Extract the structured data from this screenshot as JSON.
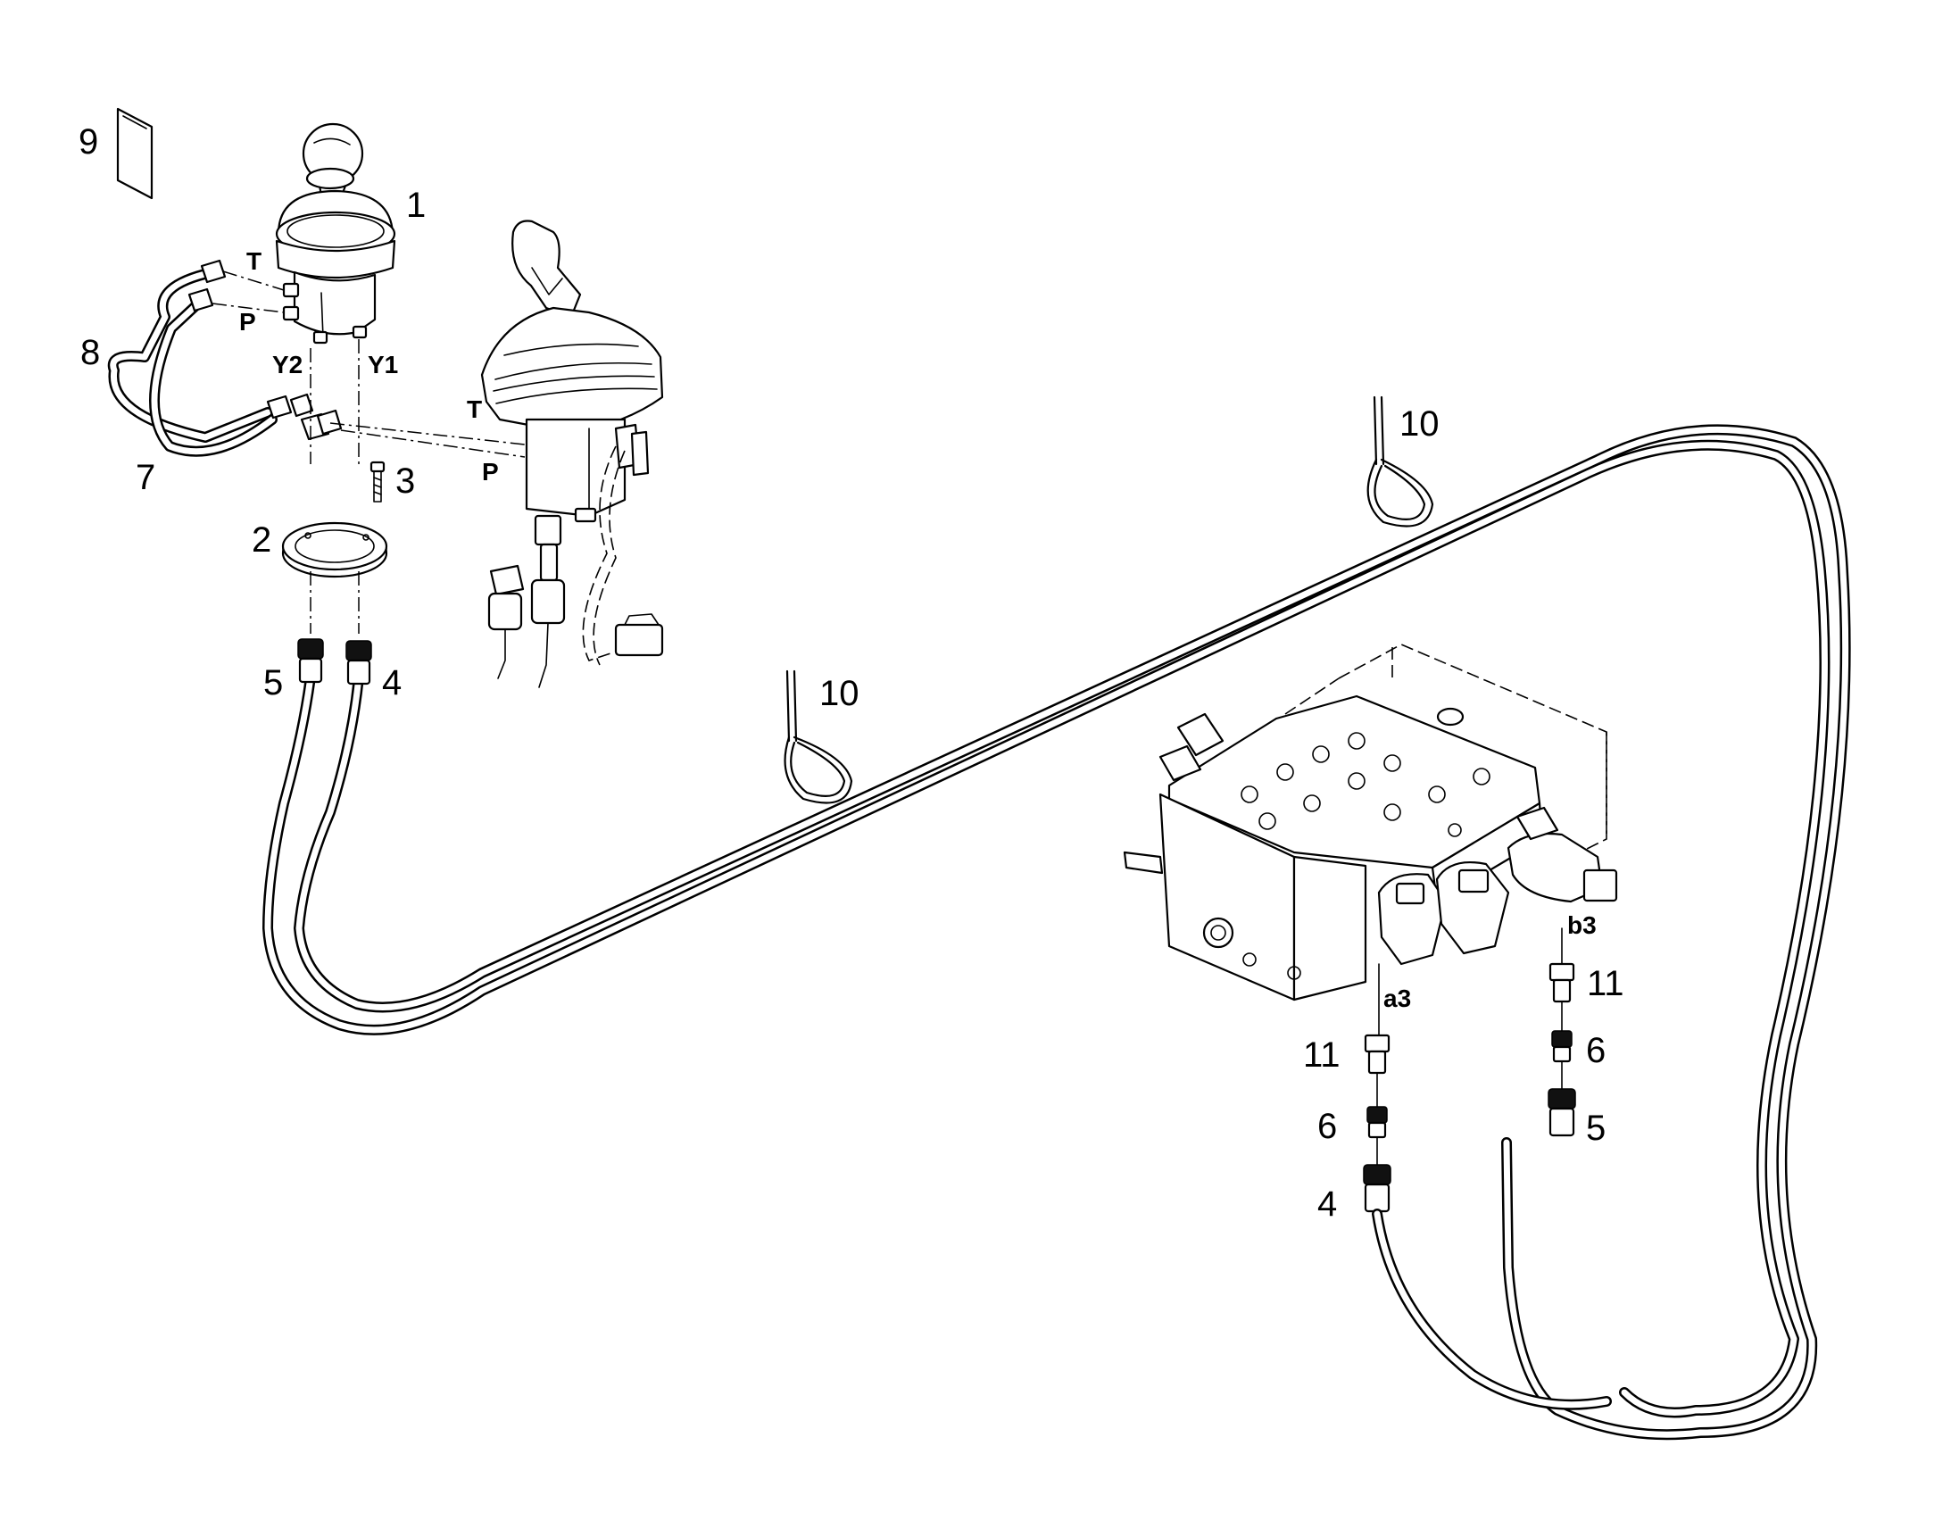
{
  "callouts": {
    "c1": "1",
    "c2": "2",
    "c3": "3",
    "c4a": "4",
    "c5a": "5",
    "c7": "7",
    "c8": "8",
    "c9": "9",
    "c10a": "10",
    "c10b": "10",
    "c11a": "11",
    "c11b": "11",
    "c6a": "6",
    "c6b": "6",
    "c4b": "4",
    "c5b": "5"
  },
  "ports": {
    "t1": "T",
    "p1": "P",
    "y2": "Y2",
    "y1": "Y1",
    "t2": "T",
    "p2": "P",
    "a3": "a3",
    "b3": "b3"
  }
}
